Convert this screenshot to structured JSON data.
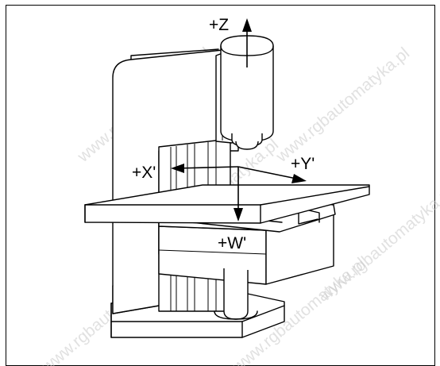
{
  "diagram": {
    "axes": {
      "z": "+Z",
      "x": "+X'",
      "y": "+Y'",
      "w": "+W'"
    },
    "watermark": "www.rgbautomatyka.pl"
  }
}
